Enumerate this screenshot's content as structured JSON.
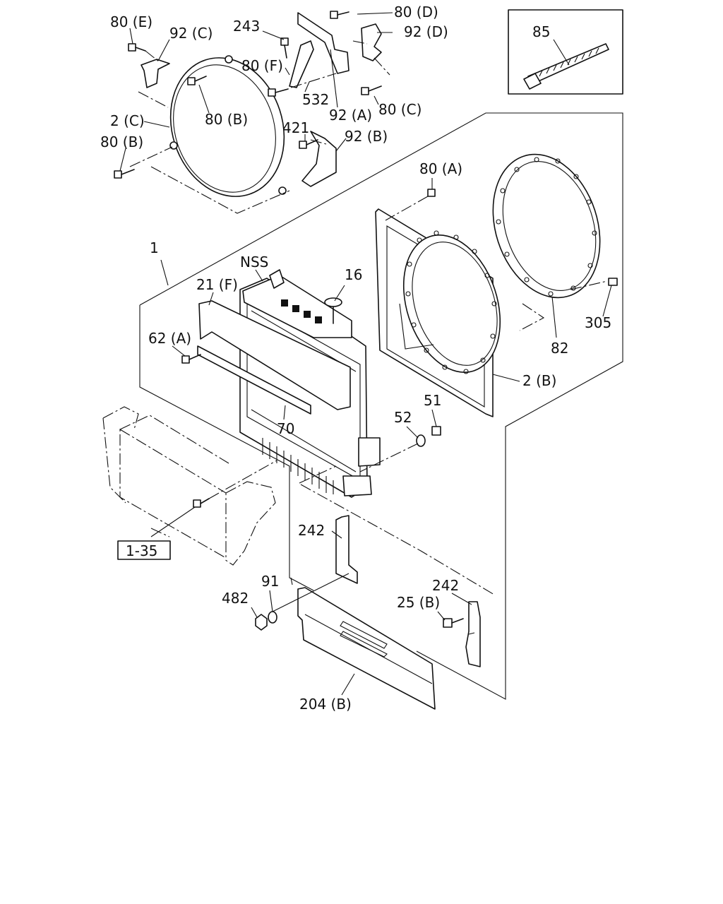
{
  "labels": {
    "l_80e": "80 (E)",
    "l_92c": "92 (C)",
    "l_243": "243",
    "l_80d": "80 (D)",
    "l_92d": "92 (D)",
    "l_85": "85",
    "l_80f": "80 (F)",
    "l_532": "532",
    "l_92a": "92 (A)",
    "l_80c": "80 (C)",
    "l_80b_top": "80 (B)",
    "l_2c": "2 (C)",
    "l_421": "421",
    "l_92b": "92 (B)",
    "l_80b_left": "80 (B)",
    "l_80a": "80 (A)",
    "l_1": "1",
    "l_nss": "NSS",
    "l_16": "16",
    "l_21f": "21 (F)",
    "l_62a": "62 (A)",
    "l_70": "70",
    "l_305": "305",
    "l_82": "82",
    "l_2b": "2 (B)",
    "l_51": "51",
    "l_52": "52",
    "l_135": "1-35",
    "l_242_left": "242",
    "l_242_right": "242",
    "l_91": "91",
    "l_482": "482",
    "l_25b": "25 (B)",
    "l_204b": "204 (B)"
  }
}
